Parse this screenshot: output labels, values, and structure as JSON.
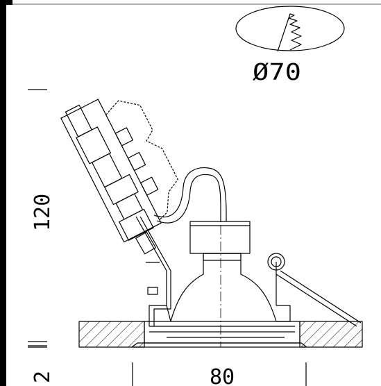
{
  "dimensions": {
    "cutout_diameter": "Ø70",
    "height": "120",
    "flange_thickness": "2",
    "width": "80"
  }
}
